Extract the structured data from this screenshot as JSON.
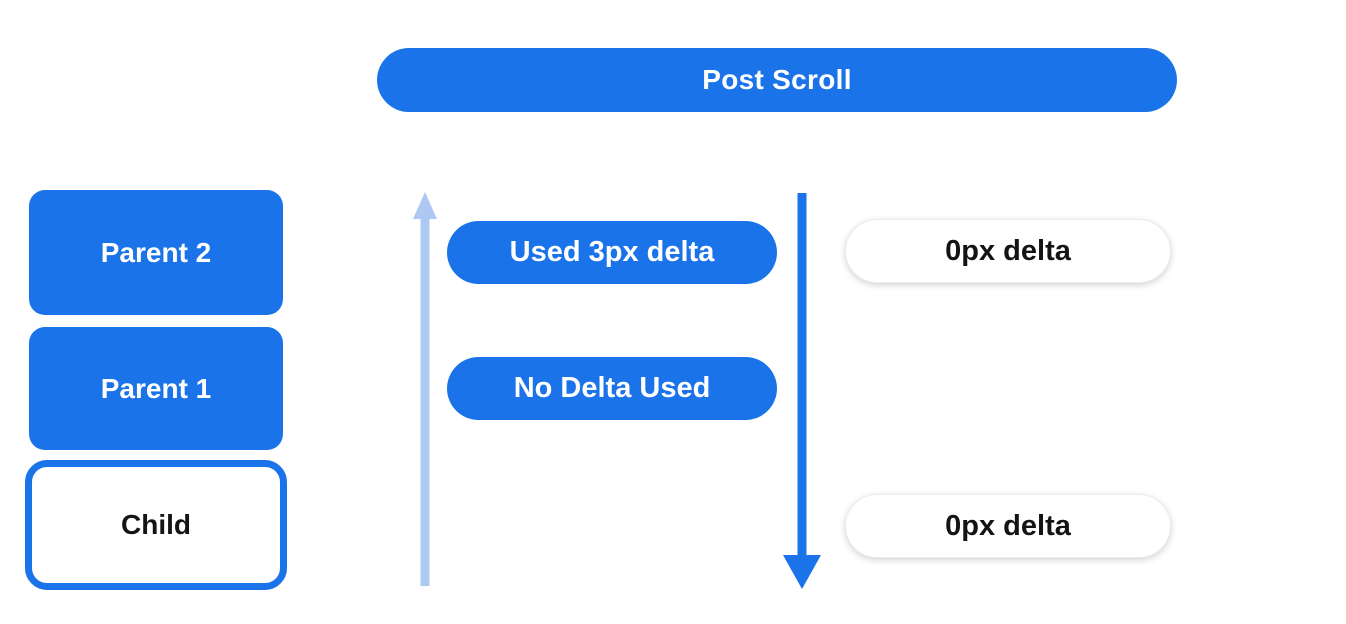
{
  "canvas": {
    "background": "#ffffff"
  },
  "colors": {
    "canvas_bg": "#ffffff",
    "primary_blue": "#1a73e8",
    "light_blue_arrow": "#adc8f2",
    "text_dark": "#141414",
    "white_pill_border": "#ececec"
  },
  "header": {
    "label": "Post Scroll"
  },
  "left_column": {
    "boxes": [
      {
        "id": "parent-2",
        "label": "Parent 2",
        "style": "filled-blue"
      },
      {
        "id": "parent-1",
        "label": "Parent 1",
        "style": "filled-blue"
      },
      {
        "id": "child",
        "label": "Child",
        "style": "white-blue-outline"
      }
    ]
  },
  "middle": {
    "up_arrow": {
      "icon": "up-arrow",
      "direction": "up",
      "color": "#adc8f2"
    },
    "down_arrow": {
      "icon": "down-arrow",
      "direction": "down",
      "color": "#1a73e8"
    },
    "pills": [
      {
        "label": "Used 3px delta"
      },
      {
        "label": "No Delta Used"
      }
    ]
  },
  "right_column": {
    "pills": [
      {
        "label": "0px delta"
      },
      {
        "label": "0px delta"
      }
    ]
  }
}
